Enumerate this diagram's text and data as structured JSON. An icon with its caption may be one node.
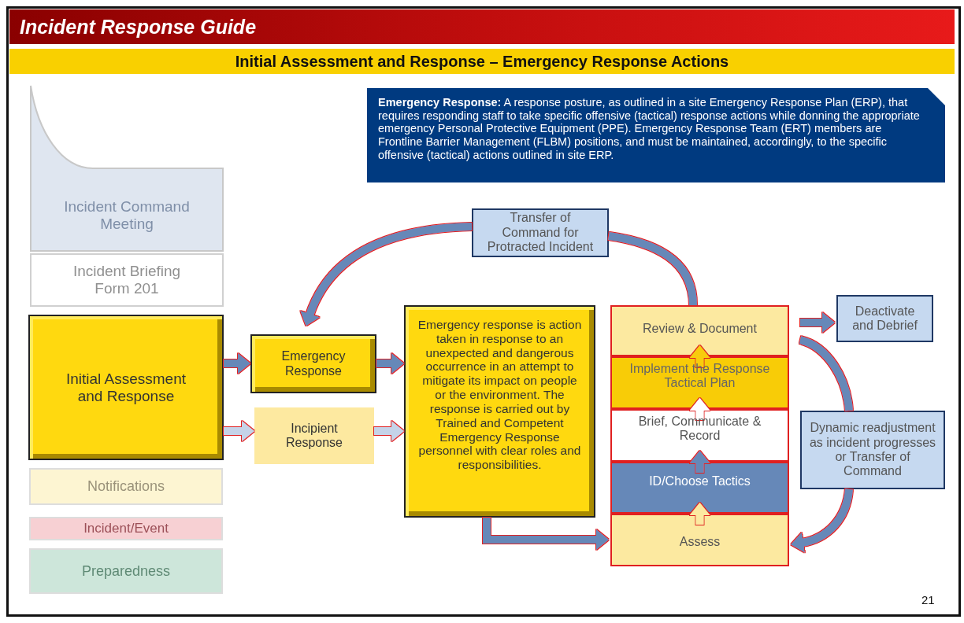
{
  "diagram": {
    "title": "Incident Response Guide",
    "nodes": [
      {
        "text": [
          "Incident Command Meeting"
        ]
      },
      {
        "text": [
          "Incident Briefing Form 201"
        ]
      },
      {
        "text": [
          "Initial Assessment and Response"
        ]
      },
      {
        "text": [
          "Notifications"
        ]
      },
      {
        "text": [
          "Incident/Event"
        ]
      },
      {
        "text": [
          "Preparedness"
        ]
      },
      {
        "text": [
          "Emergency Response"
        ]
      },
      {
        "text": [
          "Incipient Response"
        ]
      },
      {
        "text": [
          "Emergency response is action taken in response to an unexpected and dangerous occurrence in an attempt to mitigate its impact on people or the environment. The response is carried out by Trained and Competent Emergency Response personnel with clear roles and responsibilities."
        ]
      },
      {
        "text": [
          "**Emergency Response:** A response posture, as outlined in a site Emergency Response Plan (ERP), that requires responding staff to take specific offensive (tactical) response actions while donning the appropriate emergency Personal Protective Equipment (PPE). Emergency Response Team (ERT) members are Frontline Barrier Management (FLBM) positions, and must be maintained, accordingly, to the specific offensive (tactical) actions outlined in site ERP."
        ]
      },
      {
        "text": [
          "Transfer of Command for Protracted Incident"
        ]
      },
      {
        "text": [
          "Review & Document"
        ]
      },
      {
        "text": [
          "Implement the Response Tactical Plan"
        ]
      },
      {
        "text": [
          "Brief, Communicate & Record"
        ]
      },
      {
        "text": [
          "ID/Choose Tactics"
        ]
      },
      {
        "text": [
          "Assess"
        ]
      },
      {
        "text": [
          "Deactivate and Debrief"
        ]
      },
      {
        "text": [
          "Dynamic readjustment as incident progresses or Transfer of Command"
        ]
      }
    ],
    "edges": [
      {
        "from": 2,
        "to": 6,
        "arrow": "to"
      },
      {
        "from": 2,
        "to": 7,
        "arrow": "to",
        "color": "#c5d3e8"
      },
      {
        "from": 6,
        "to": 8,
        "arrow": "to"
      },
      {
        "from": 7,
        "to": 8,
        "arrow": "to",
        "color": "#c5d3e8"
      },
      {
        "from": 8,
        "to": 15,
        "arrow": "to"
      },
      {
        "from": 15,
        "to": 14,
        "arrow": "to",
        "color": "#fce9a0"
      },
      {
        "from": 14,
        "to": 13,
        "arrow": "to"
      },
      {
        "from": 13,
        "to": 12,
        "arrow": "to",
        "color": "#ffffff"
      },
      {
        "from": 12,
        "to": 11,
        "arrow": "to",
        "color": "#f8cc07"
      },
      {
        "from": 11,
        "to": 10,
        "arrow": "none"
      },
      {
        "from": 10,
        "to": 6,
        "arrow": "to"
      },
      {
        "from": 11,
        "to": 16,
        "arrow": "to"
      },
      {
        "from": 11,
        "to": 17,
        "arrow": "none"
      },
      {
        "from": 17,
        "to": 15,
        "arrow": "to"
      }
    ],
    "labels": [
      "Initial Assessment and Response – Emergency Response Actions",
      "21"
    ]
  }
}
